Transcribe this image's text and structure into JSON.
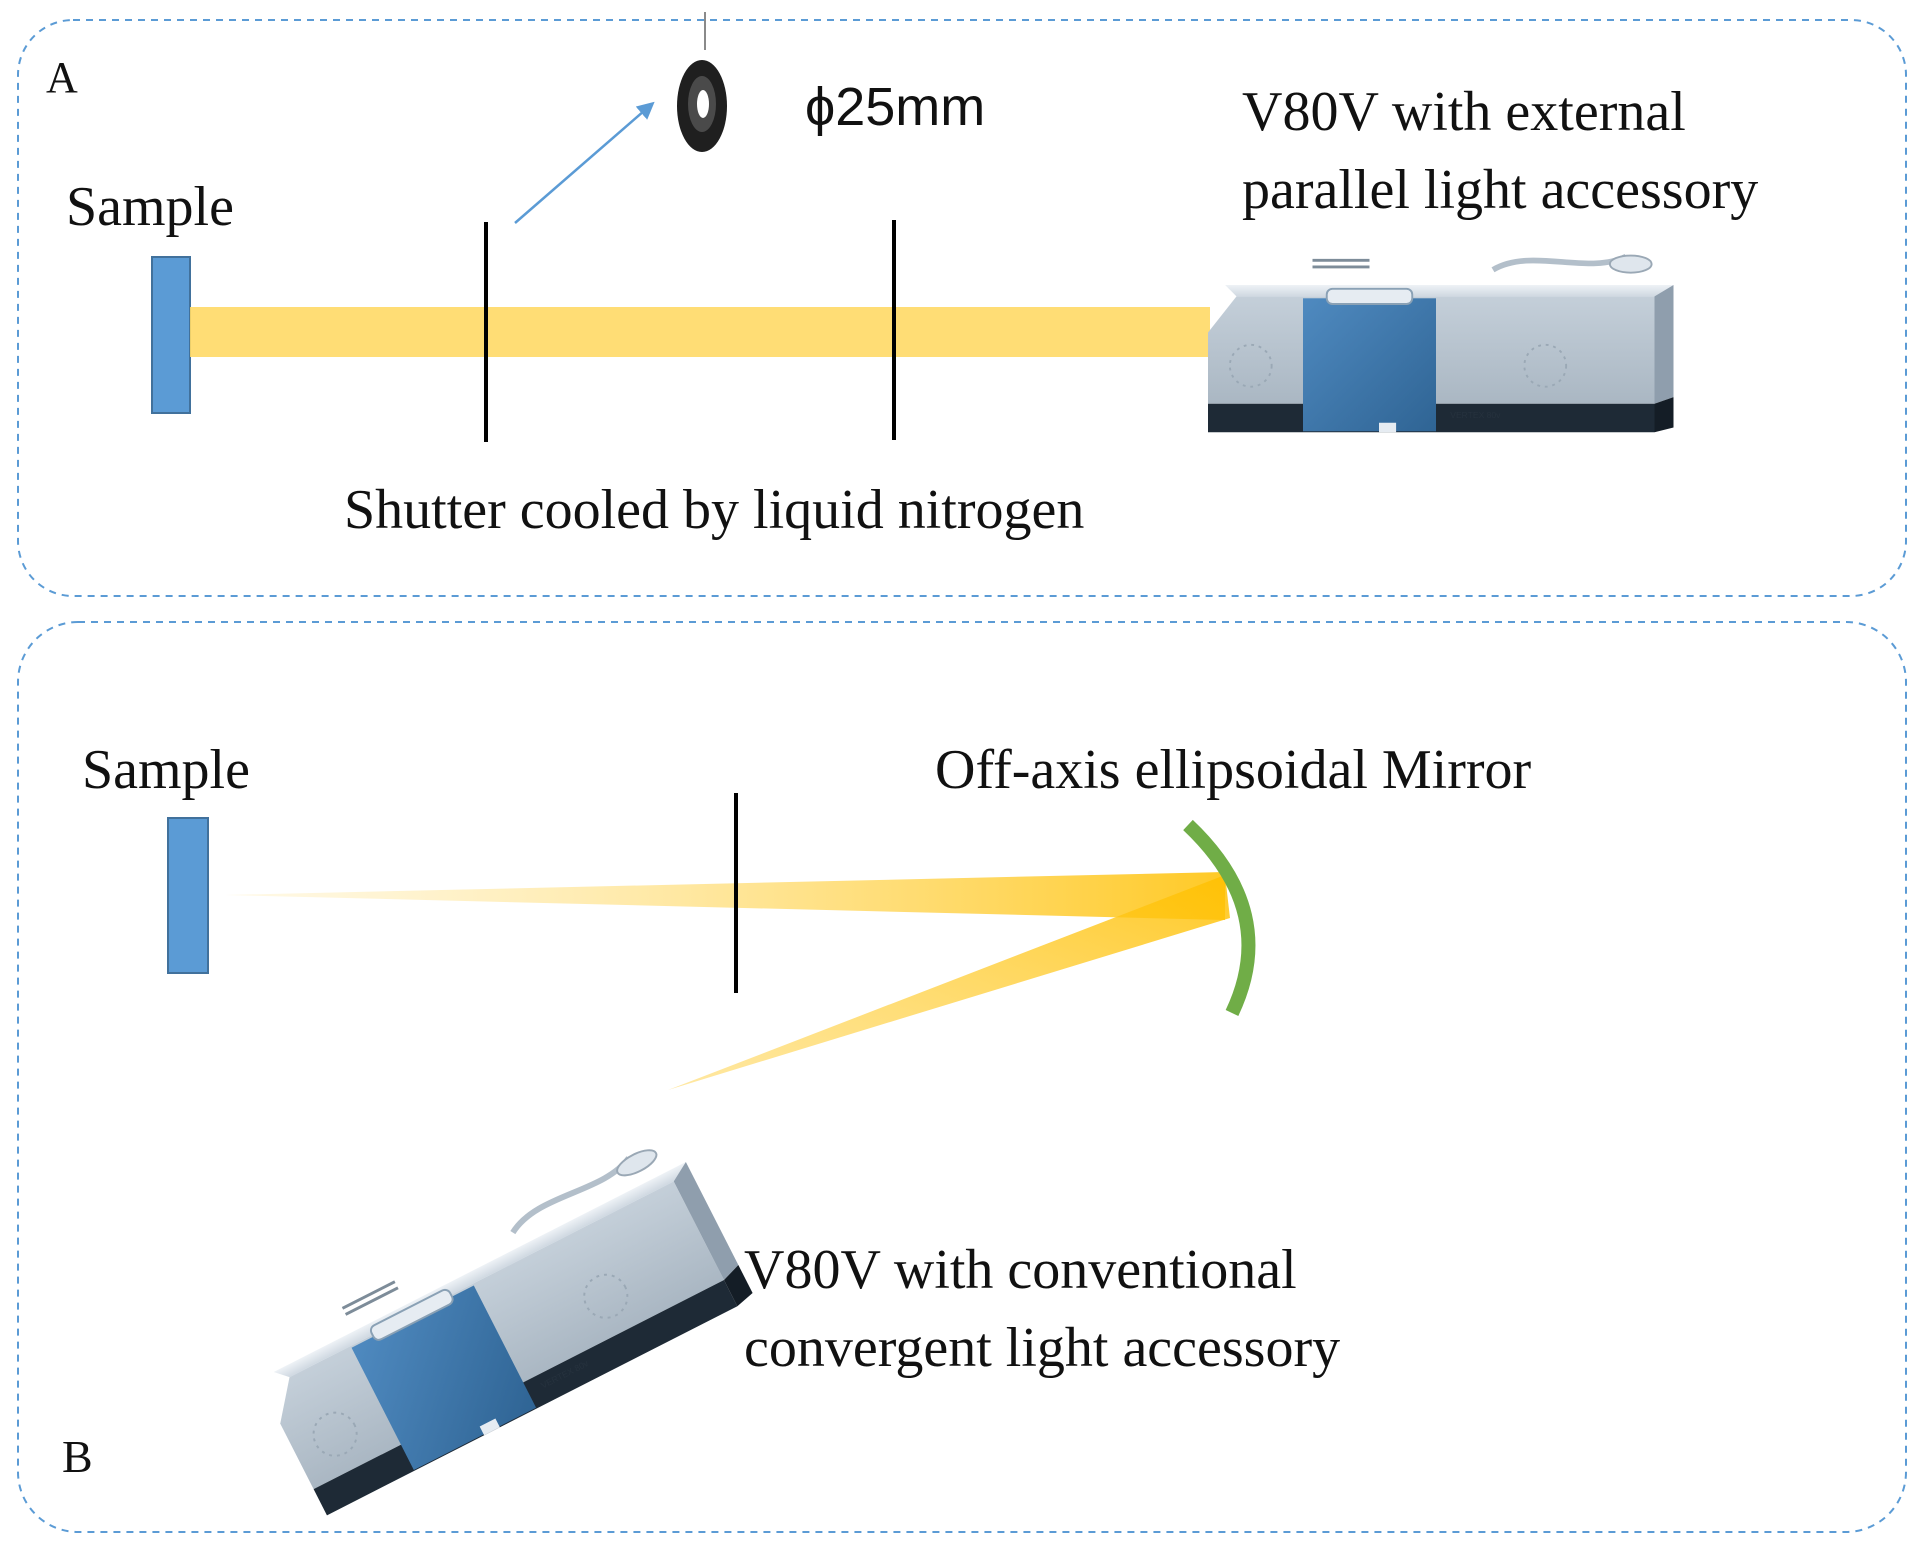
{
  "colors": {
    "panel_border": "#5b9bd5",
    "sample": "#5b9bd5",
    "sample_edge": "#41719c",
    "beam": "#ffd966",
    "beam_hot": "#ffc000",
    "shutter": "#000000",
    "mirror": "#70ad47",
    "arrow": "#5b9bd5",
    "instrument_body": "#c9d3dd",
    "instrument_door": "#3f78a8",
    "instrument_base": "#1e2a36"
  },
  "panel_a": {
    "label": "A",
    "sample_label": "Sample",
    "aperture_label": "ϕ25mm",
    "instrument_label_line1": "V80V with external",
    "instrument_label_line2": "parallel light accessory",
    "shutter_label": "Shutter cooled by liquid nitrogen",
    "icons": [
      "aperture-ring-icon",
      "spectrometer-icon"
    ]
  },
  "panel_b": {
    "label": "B",
    "sample_label": "Sample",
    "mirror_label": "Off-axis ellipsoidal Mirror",
    "instrument_label_line1": "V80V with conventional",
    "instrument_label_line2": "convergent light accessory",
    "icons": [
      "mirror-icon",
      "spectrometer-icon"
    ]
  }
}
